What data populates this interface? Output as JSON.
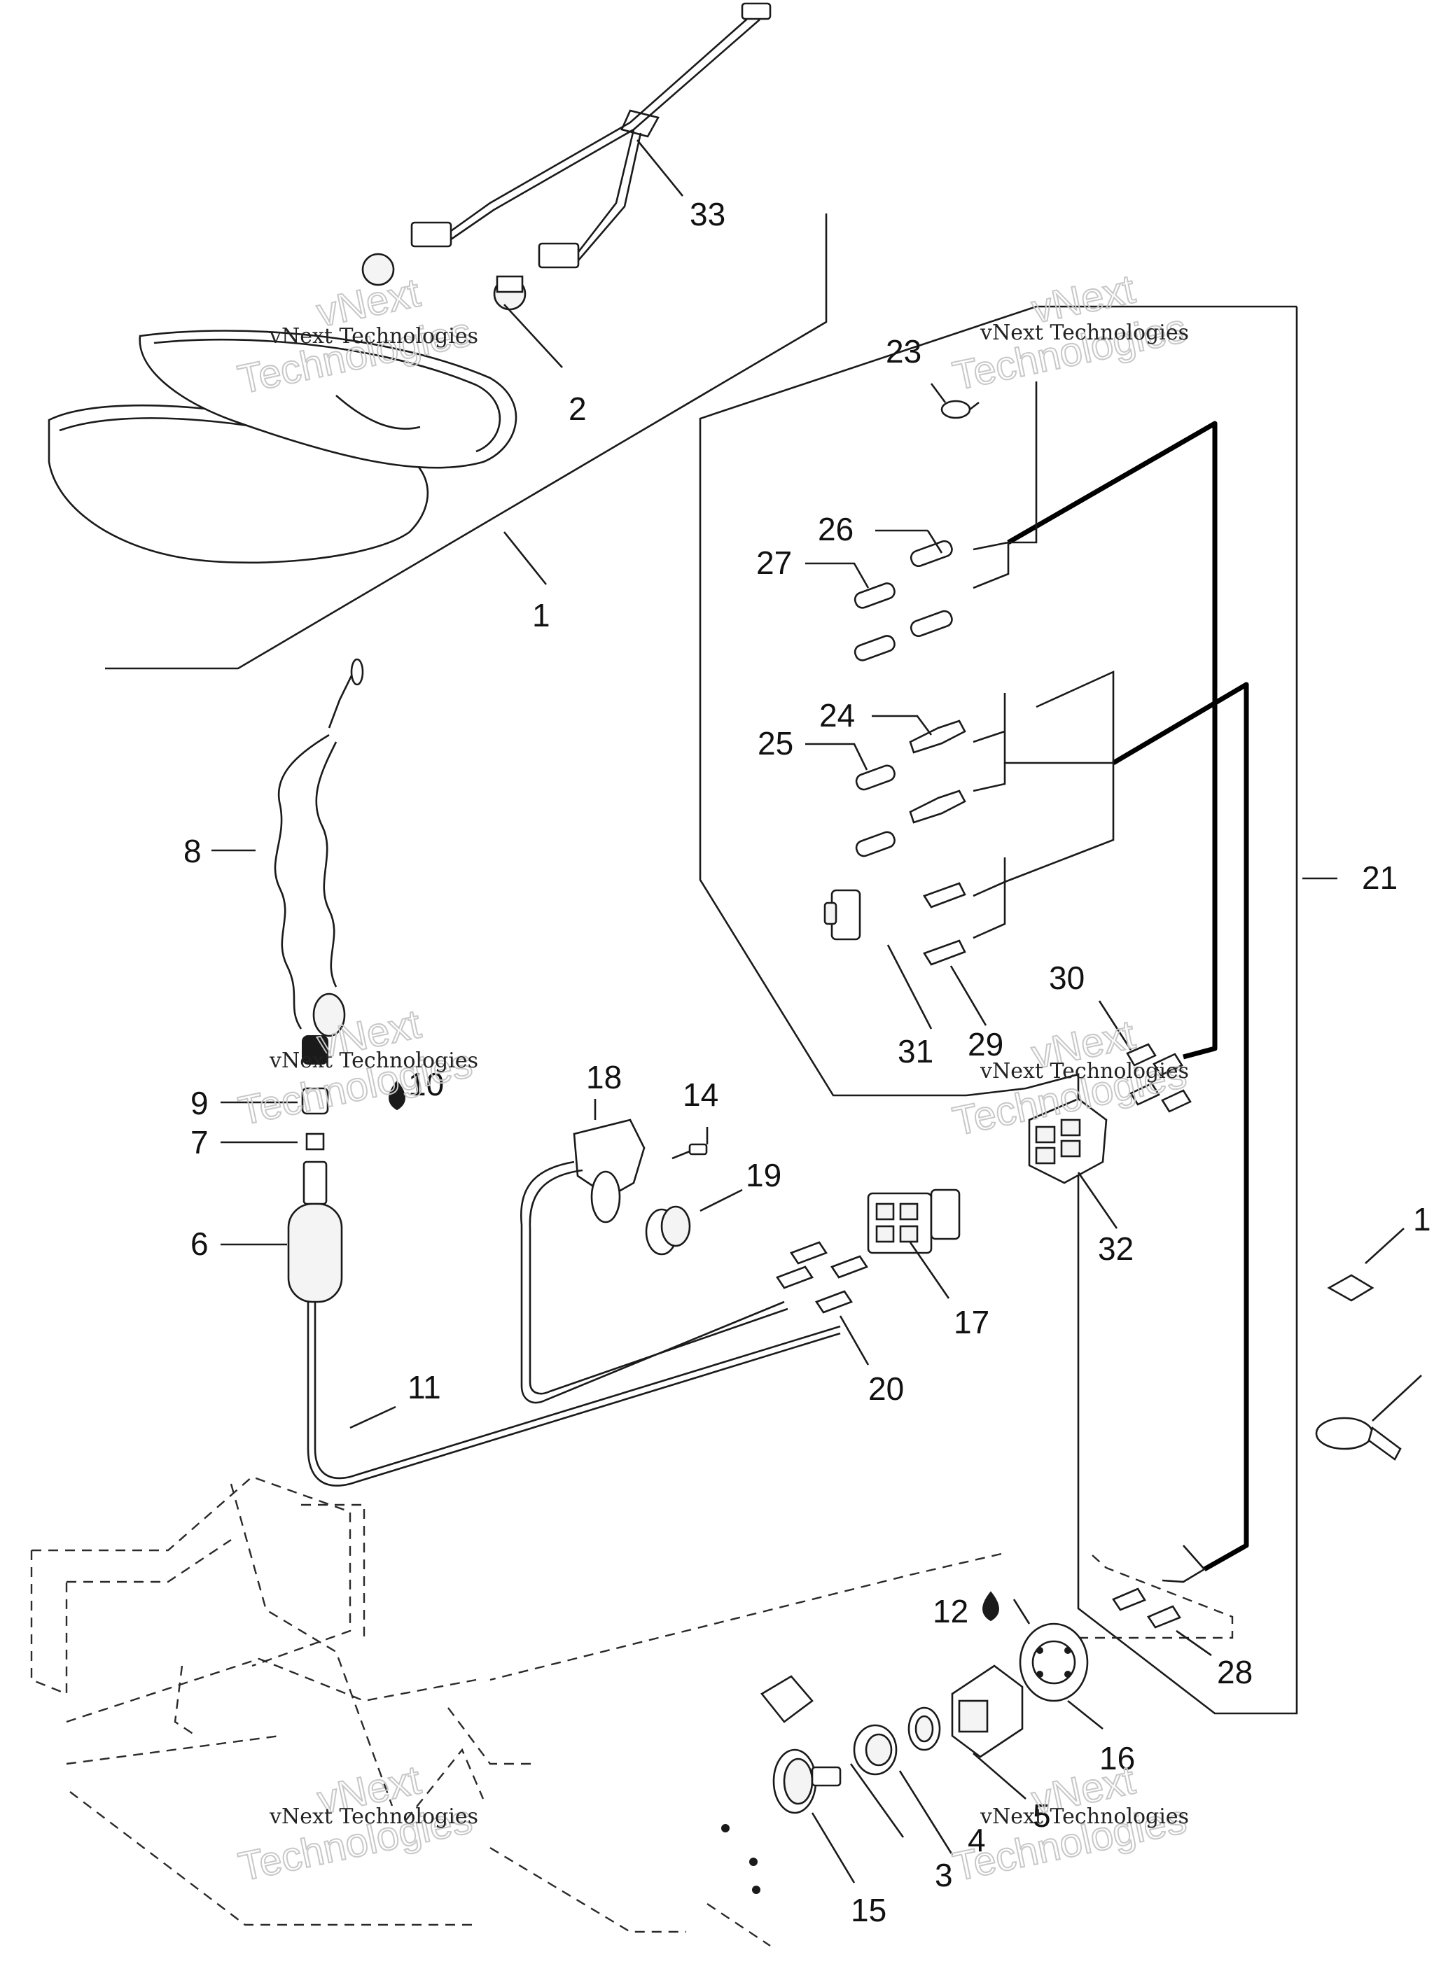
{
  "watermark": {
    "company": "vNext Technologies",
    "big_line_1": "vNext",
    "big_line_2": "Technologies"
  },
  "callouts": [
    "1",
    "2",
    "3",
    "4",
    "5",
    "6",
    "7",
    "8",
    "9",
    "10",
    "11",
    "12",
    "14",
    "15",
    "16",
    "17",
    "18",
    "19",
    "20",
    "21",
    "23",
    "24",
    "25",
    "26",
    "27",
    "28",
    "29",
    "30",
    "31",
    "32",
    "33",
    "1"
  ],
  "fluid_icon": "drop-icon",
  "colors": {
    "line": "#1a1a1a",
    "background": "#ffffff",
    "watermark_outline": "#c8c8c8"
  }
}
